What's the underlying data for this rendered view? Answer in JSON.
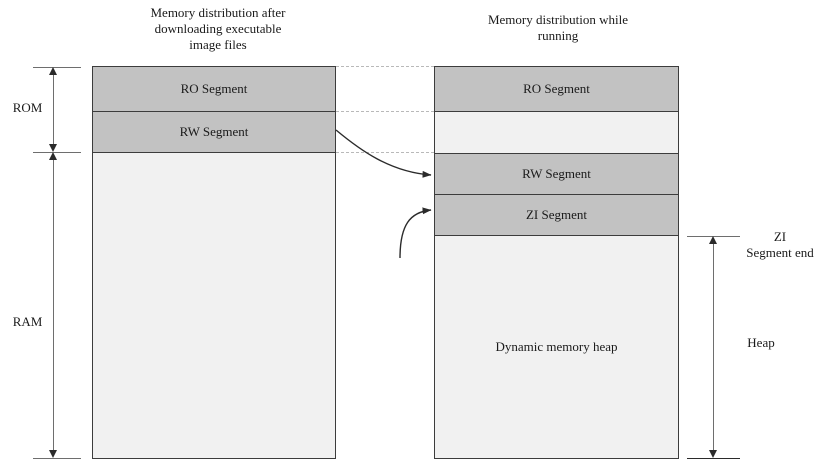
{
  "titles": {
    "left": "Memory distribution after\ndownloading executable\nimage files",
    "right": "Memory distribution while\nrunning"
  },
  "left_column": {
    "segments": [
      {
        "label": "RO Segment",
        "kind": "filled"
      },
      {
        "label": "RW Segment",
        "kind": "filled"
      },
      {
        "label": "",
        "kind": "empty"
      }
    ]
  },
  "right_column": {
    "segments": [
      {
        "label": "RO Segment",
        "kind": "filled"
      },
      {
        "label": "",
        "kind": "empty-div"
      },
      {
        "label": "RW Segment",
        "kind": "filled"
      },
      {
        "label": "ZI Segment",
        "kind": "filled"
      },
      {
        "label": "Dynamic memory heap",
        "kind": "empty"
      }
    ]
  },
  "brackets": {
    "rom_label": "ROM",
    "ram_label": "RAM",
    "heap_label": "Heap",
    "zi_segment_end_label": "ZI\nSegment end"
  },
  "colors": {
    "segment_fill": "#c2c2c2",
    "empty_fill": "#f1f1f1",
    "box_border": "#3c3c3c",
    "dotted_link": "#b9b9b9",
    "bracket": "#6e6e6e",
    "text": "#1a1a1a",
    "background": "#ffffff"
  },
  "arrows": {
    "rw_transfer_name": "rw-segment-copy-arrow",
    "zi_transfer_name": "zi-segment-init-arrow"
  }
}
